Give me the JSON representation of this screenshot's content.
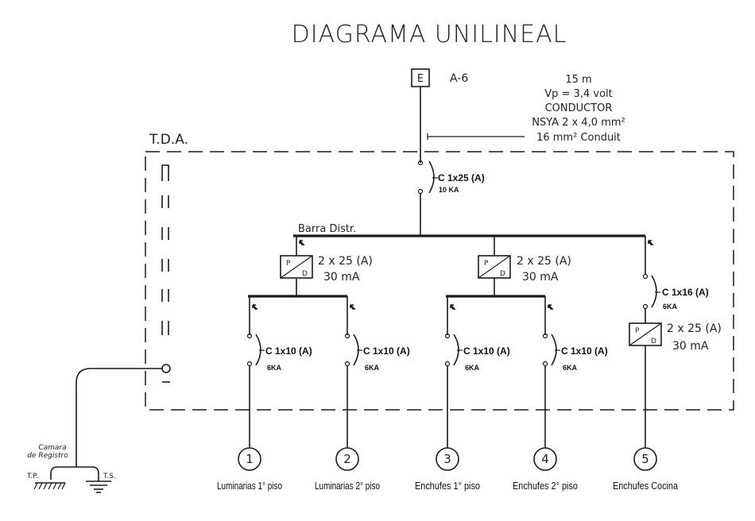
{
  "title": "DIAGRAMA UNILINEAL",
  "meter": {
    "symbol": "E",
    "id": "A-6",
    "feeder": {
      "length": "15 m",
      "voltage_drop": "Vp = 3,4 volt",
      "conductor_label": "CONDUCTOR",
      "conductor_type": "NSYA 2 x 4,0 mm²",
      "conduit": "16 mm² Conduit"
    }
  },
  "panel": {
    "label": "T.D.A.",
    "main_breaker": {
      "rating": "C 1x25 (A)",
      "capacity": "10 KA"
    },
    "bus_label": "Barra Distr."
  },
  "differentials": [
    {
      "symbol_top": "P",
      "symbol_bottom": "D",
      "rating": "2 x 25 (A)",
      "sensitivity": "30 mA"
    },
    {
      "symbol_top": "P",
      "symbol_bottom": "D",
      "rating": "2 x 25 (A)",
      "sensitivity": "30 mA"
    },
    {
      "symbol_top": "P",
      "symbol_bottom": "D",
      "rating": "2 x 25 (A)",
      "sensitivity": "30 mA"
    }
  ],
  "circuits": [
    {
      "number": "1",
      "breaker": "C 1x10 (A)",
      "capacity": "6KA",
      "description": "Luminarias 1° piso"
    },
    {
      "number": "2",
      "breaker": "C 1x10 (A)",
      "capacity": "6KA",
      "description": "Luminarias 2° piso"
    },
    {
      "number": "3",
      "breaker": "C 1x10 (A)",
      "capacity": "6KA",
      "description": "Enchufes 1° piso"
    },
    {
      "number": "4",
      "breaker": "C 1x10 (A)",
      "capacity": "6KA",
      "description": "Enchufes 2° piso"
    },
    {
      "number": "5",
      "breaker": "C 1x16 (A)",
      "capacity": "6KA",
      "description": "Enchufes Cocina"
    }
  ],
  "grounding": {
    "chamber_line1": "Camara",
    "chamber_line2": "de Registro",
    "protection_ground": "T.P.",
    "service_ground": "T.S."
  }
}
